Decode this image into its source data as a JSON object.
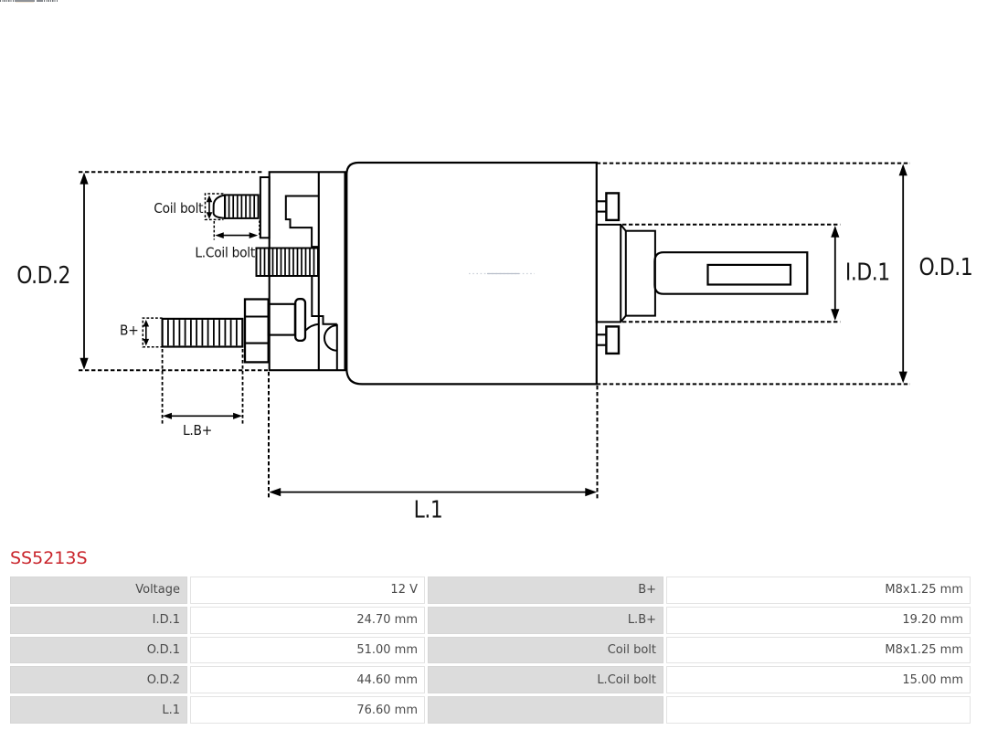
{
  "diagram": {
    "labels": {
      "od2": "O.D.2",
      "od1": "O.D.1",
      "id1": "I.D.1",
      "l1": "L.1",
      "coil_bolt": "Coil bolt",
      "l_coil_bolt": "L.Coil bolt",
      "b_plus": "B+",
      "l_b_plus": "L.B+"
    },
    "stroke_color": "#000000"
  },
  "product": {
    "code": "SS5213S",
    "code_color": "#c9242b"
  },
  "spec_table": {
    "label_cell_color": "#dcdcdc",
    "value_cell_color": "#ffffff",
    "rows": [
      {
        "cells": [
          "Voltage",
          "12 V",
          "B+",
          "M8x1.25 mm"
        ]
      },
      {
        "cells": [
          "I.D.1",
          "24.70 mm",
          "L.B+",
          "19.20 mm"
        ]
      },
      {
        "cells": [
          "O.D.1",
          "51.00 mm",
          "Coil bolt",
          "M8x1.25 mm"
        ]
      },
      {
        "cells": [
          "O.D.2",
          "44.60 mm",
          "L.Coil bolt",
          "15.00 mm"
        ]
      },
      {
        "cells": [
          "L.1",
          "76.60 mm",
          "",
          ""
        ]
      }
    ]
  }
}
